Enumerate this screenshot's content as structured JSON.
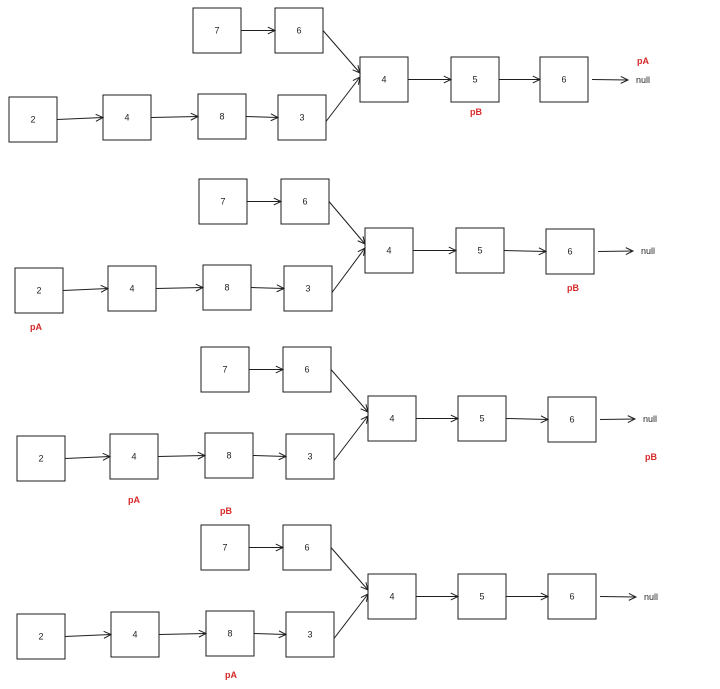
{
  "colors": {
    "pointer": "#d62828",
    "stroke": "#1e1e1e"
  },
  "null_label": "null",
  "diagrams": [
    {
      "list_a": [
        "7",
        "6"
      ],
      "list_b": [
        "2",
        "4",
        "8",
        "3"
      ],
      "shared": [
        "4",
        "5",
        "6"
      ],
      "pointers": [
        {
          "label": "pA",
          "at": "null"
        },
        {
          "label": "pB",
          "at": "shared.1"
        }
      ]
    },
    {
      "list_a": [
        "7",
        "6"
      ],
      "list_b": [
        "2",
        "4",
        "8",
        "3"
      ],
      "shared": [
        "4",
        "5",
        "6"
      ],
      "pointers": [
        {
          "label": "pA",
          "at": "list_b.0"
        },
        {
          "label": "pB",
          "at": "shared.2"
        }
      ]
    },
    {
      "list_a": [
        "7",
        "6"
      ],
      "list_b": [
        "2",
        "4",
        "8",
        "3"
      ],
      "shared": [
        "4",
        "5",
        "6"
      ],
      "pointers": [
        {
          "label": "pA",
          "at": "list_b.1"
        },
        {
          "label": "pB",
          "at": "null"
        }
      ]
    },
    {
      "list_a": [
        "7",
        "6"
      ],
      "list_b": [
        "2",
        "4",
        "8",
        "3"
      ],
      "shared": [
        "4",
        "5",
        "6"
      ],
      "pointers": [
        {
          "label": "pA",
          "at": "list_b.2"
        },
        {
          "label": "pB",
          "at": "list_a.0"
        }
      ]
    }
  ]
}
